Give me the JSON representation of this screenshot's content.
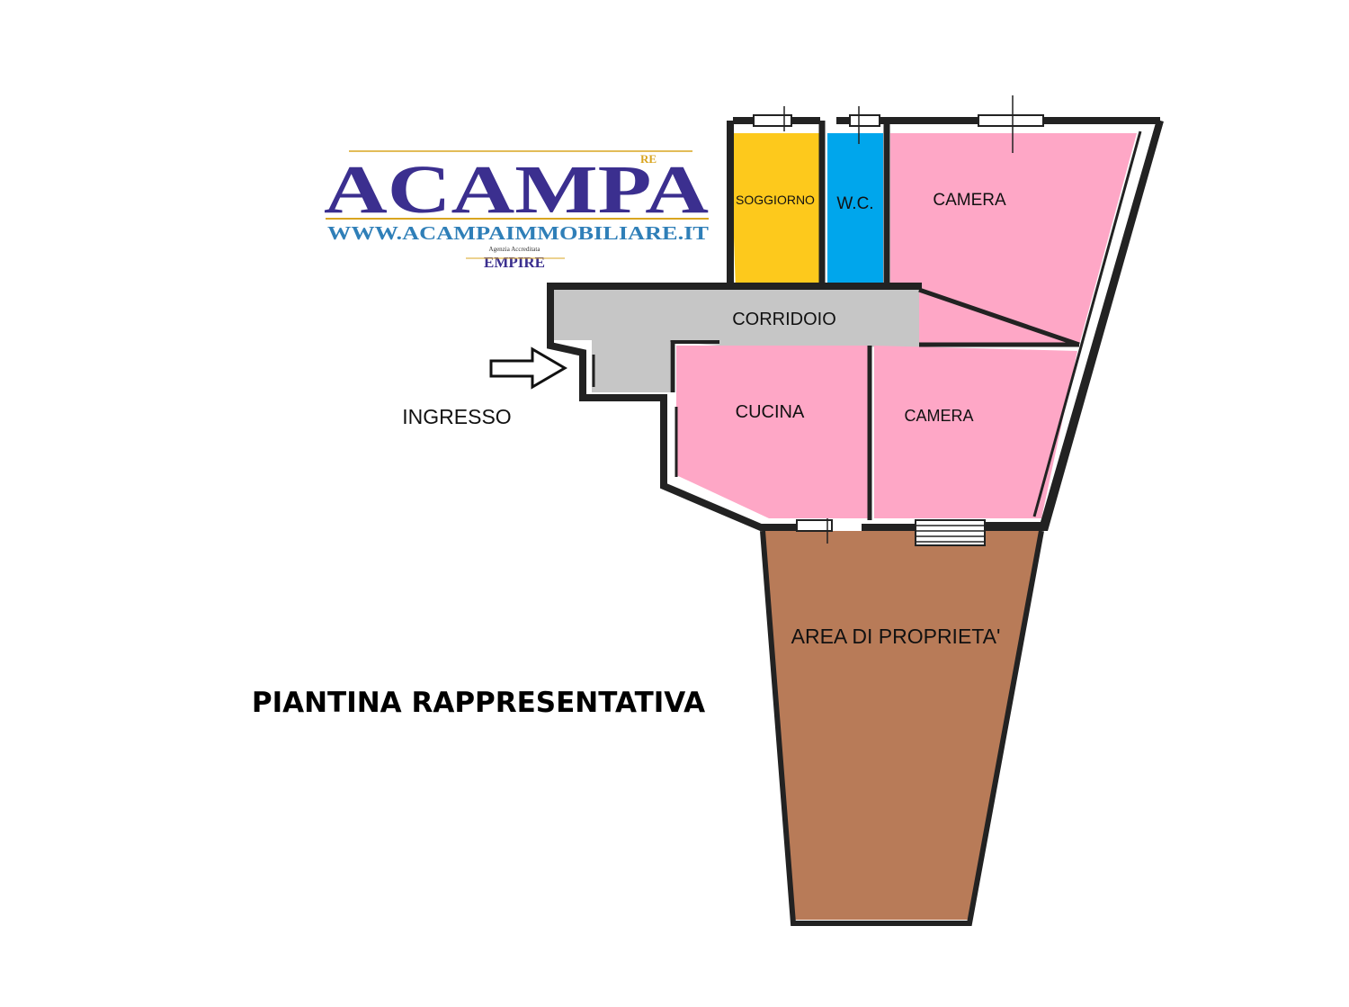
{
  "logo": {
    "brand": "ACAMPA",
    "superscript": "RE",
    "website": "WWW.ACAMPAIMMOBILIARE.IT",
    "accredited": "Agenzia Accreditata",
    "partner": "EMPIRE",
    "colors": {
      "brand": "#3b2f8f",
      "website": "#2f7fb8",
      "gold": "#d9a520"
    }
  },
  "rooms": {
    "soggiorno": "SOGGIORNO",
    "wc": "W.C.",
    "camera_top": "CAMERA",
    "corridoio": "CORRIDOIO",
    "cucina": "CUCINA",
    "camera_bottom": "CAMERA",
    "area": "AREA DI PROPRIETA'"
  },
  "entrance": {
    "label": "INGRESSO",
    "icon": "arrow-right-icon"
  },
  "caption": "PIANTINA RAPPRESENTATIVA",
  "colors": {
    "soggiorno": "#fdc91c",
    "wc": "#00a6ec",
    "camera": "#fea7c6",
    "corridoio": "#c6c6c6",
    "area": "#b87b58",
    "wall": "#222222"
  }
}
